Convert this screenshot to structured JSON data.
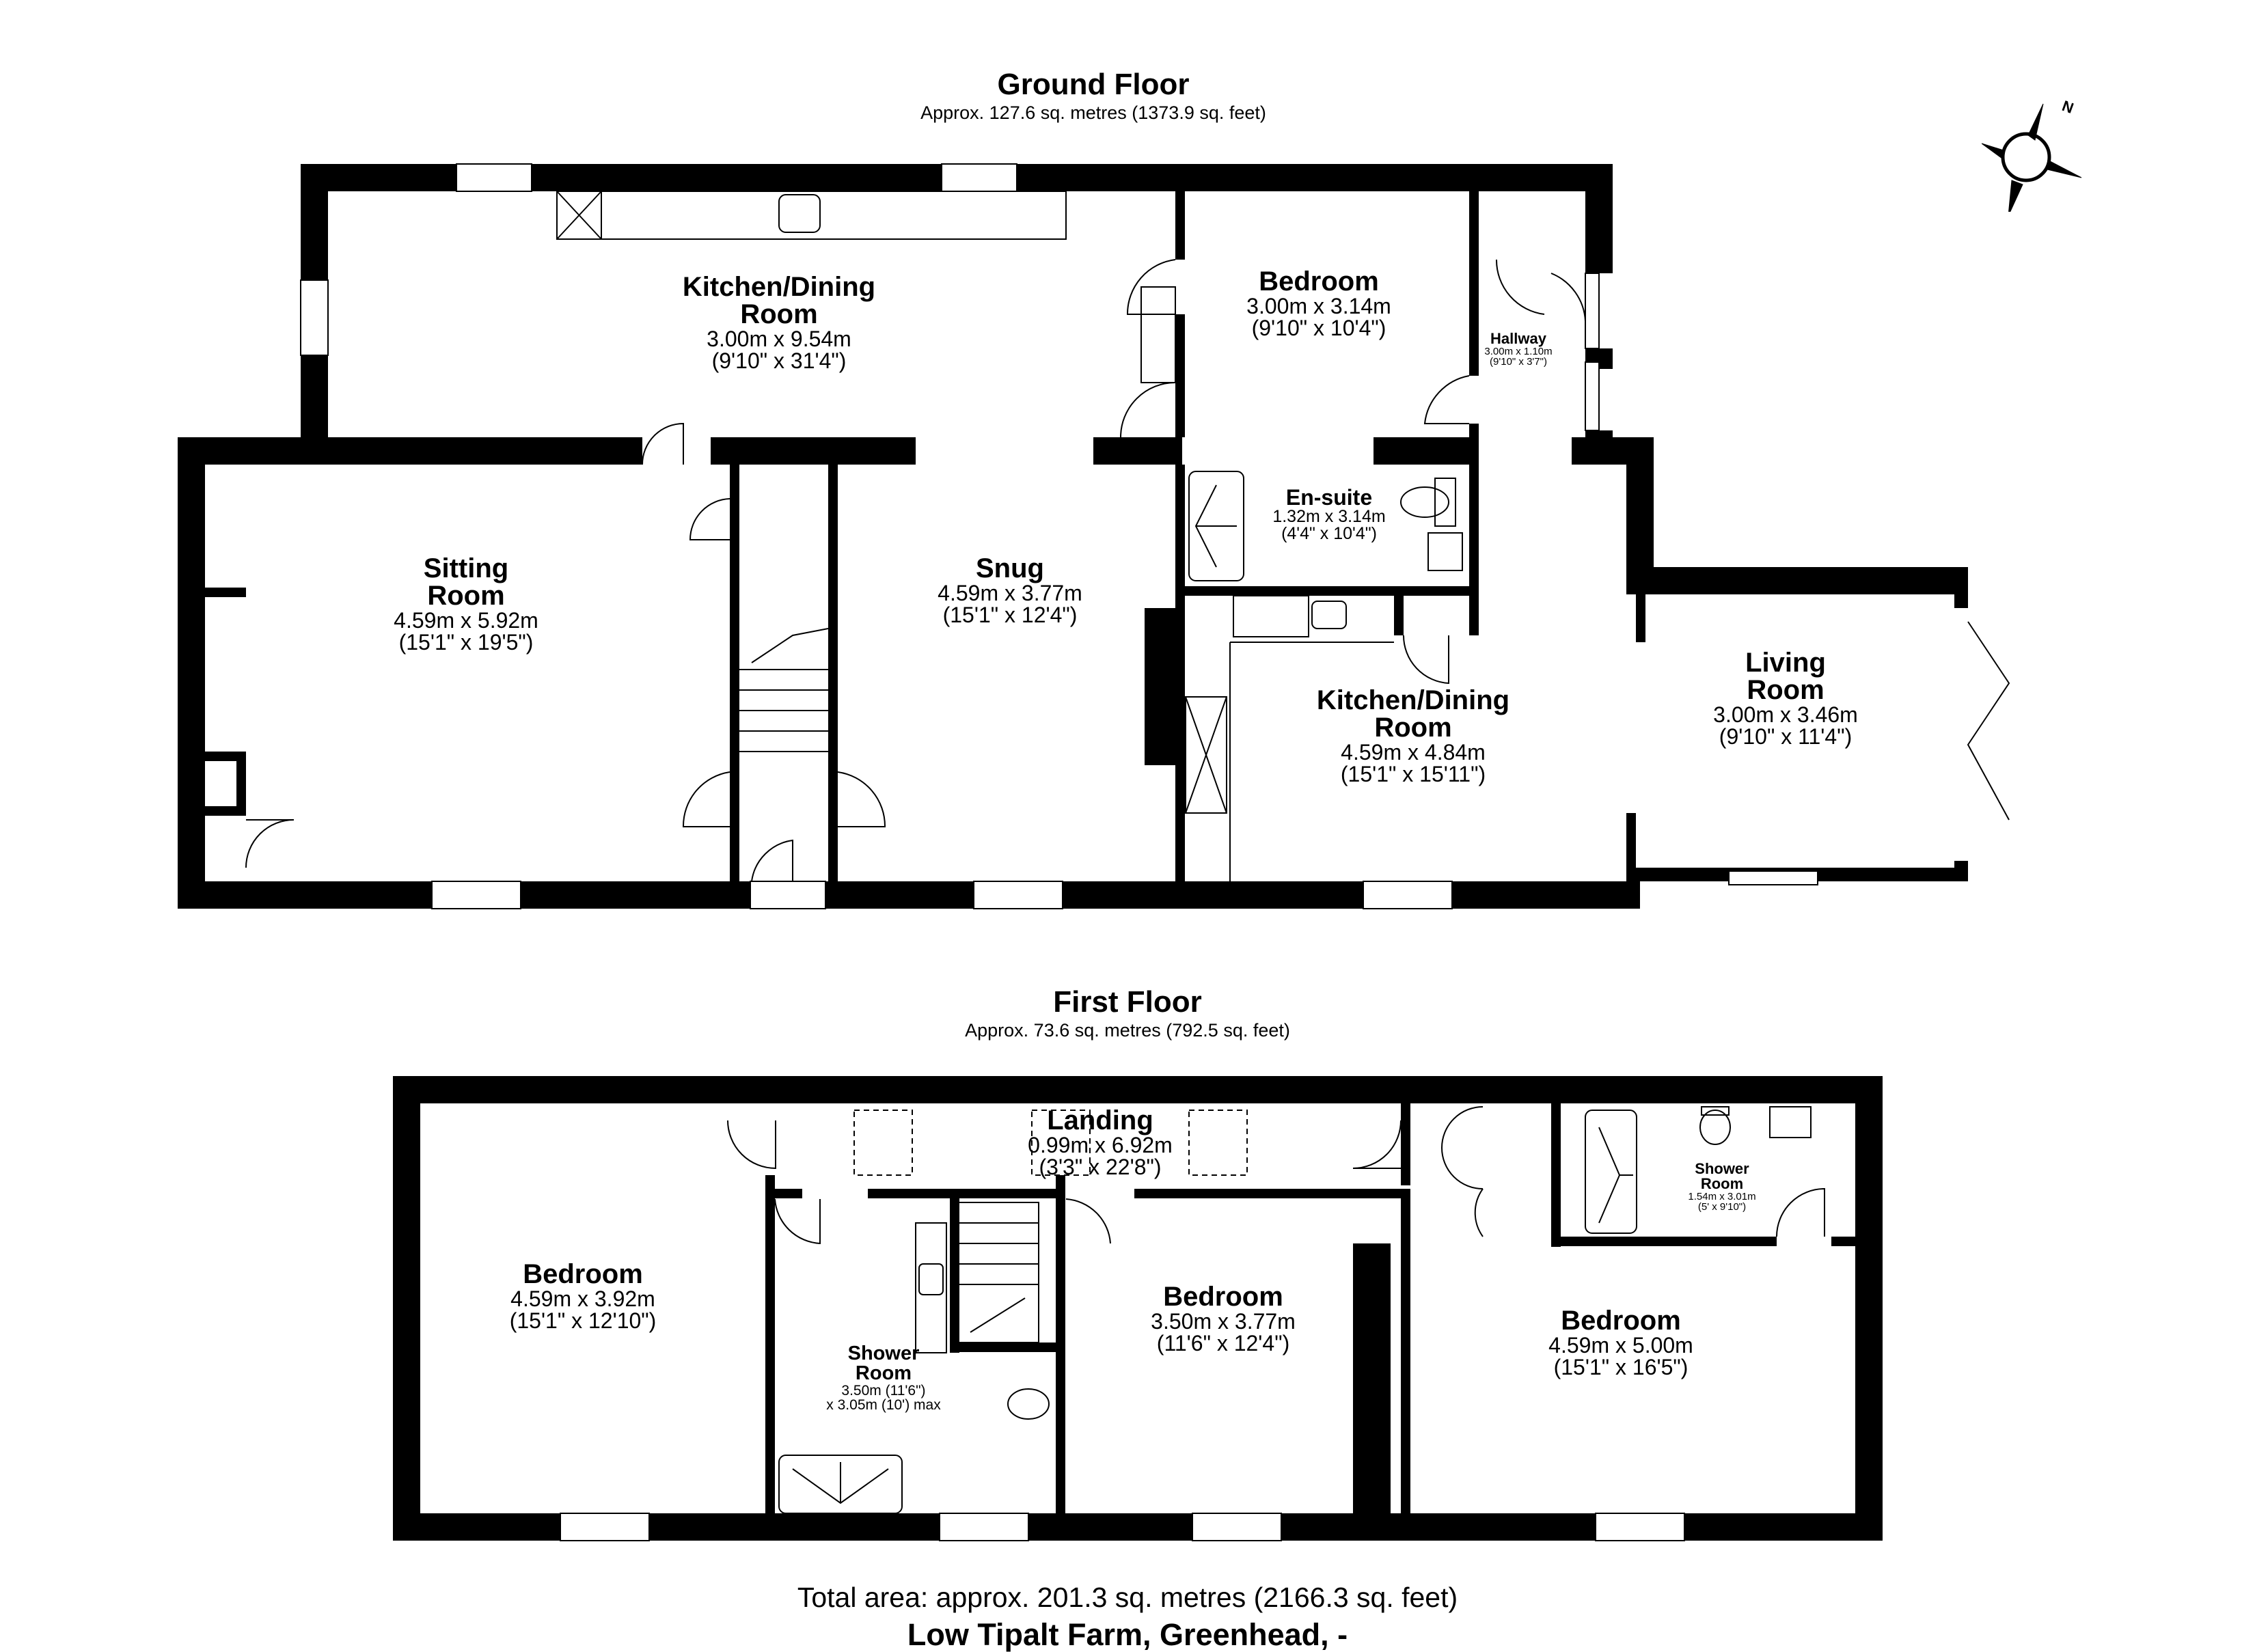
{
  "ground_floor": {
    "title": "Ground Floor",
    "area": "Approx. 127.6 sq. metres (1373.9 sq. feet)",
    "rooms": [
      {
        "name": "Kitchen/Dining",
        "name2": "Room",
        "metric": "3.00m x 9.54m",
        "imperial": "(9'10\" x 31'4\")"
      },
      {
        "name": "Bedroom",
        "metric": "3.00m x 3.14m",
        "imperial": "(9'10\" x 10'4\")"
      },
      {
        "name": "Hallway",
        "metric": "3.00m x 1.10m",
        "imperial": "(9'10\" x 3'7\")"
      },
      {
        "name": "En-suite",
        "metric": "1.32m x 3.14m",
        "imperial": "(4'4\" x 10'4\")"
      },
      {
        "name": "Sitting",
        "name2": "Room",
        "metric": "4.59m x 5.92m",
        "imperial": "(15'1\" x 19'5\")"
      },
      {
        "name": "Snug",
        "metric": "4.59m x 3.77m",
        "imperial": "(15'1\" x 12'4\")"
      },
      {
        "name": "Kitchen/Dining",
        "name2": "Room",
        "metric": "4.59m x 4.84m",
        "imperial": "(15'1\" x 15'11\")"
      },
      {
        "name": "Living",
        "name2": "Room",
        "metric": "3.00m x 3.46m",
        "imperial": "(9'10\" x 11'4\")"
      }
    ]
  },
  "first_floor": {
    "title": "First Floor",
    "area": "Approx. 73.6 sq. metres (792.5 sq. feet)",
    "rooms": [
      {
        "name": "Landing",
        "metric": "0.99m x 6.92m",
        "imperial": "(3'3\" x 22'8\")"
      },
      {
        "name": "Bedroom",
        "metric": "4.59m x 3.92m",
        "imperial": "(15'1\" x 12'10\")"
      },
      {
        "name": "Shower",
        "name2": "Room",
        "metric": "3.50m (11'6\")",
        "imperial": "x 3.05m (10') max"
      },
      {
        "name": "Bedroom",
        "metric": "3.50m x 3.77m",
        "imperial": "(11'6\" x 12'4\")"
      },
      {
        "name": "Shower",
        "name2": "Room",
        "metric": "1.54m x 3.01m",
        "imperial": "(5' x 9'10\")"
      },
      {
        "name": "Bedroom",
        "metric": "4.59m x 5.00m",
        "imperial": "(15'1\" x 16'5\")"
      }
    ]
  },
  "compass": {
    "label": "N",
    "icon": "compass-icon"
  },
  "footer": {
    "total_area": "Total area: approx. 201.3 sq. metres (2166.3 sq. feet)",
    "address": "Low Tipalt Farm, Greenhead, -"
  }
}
